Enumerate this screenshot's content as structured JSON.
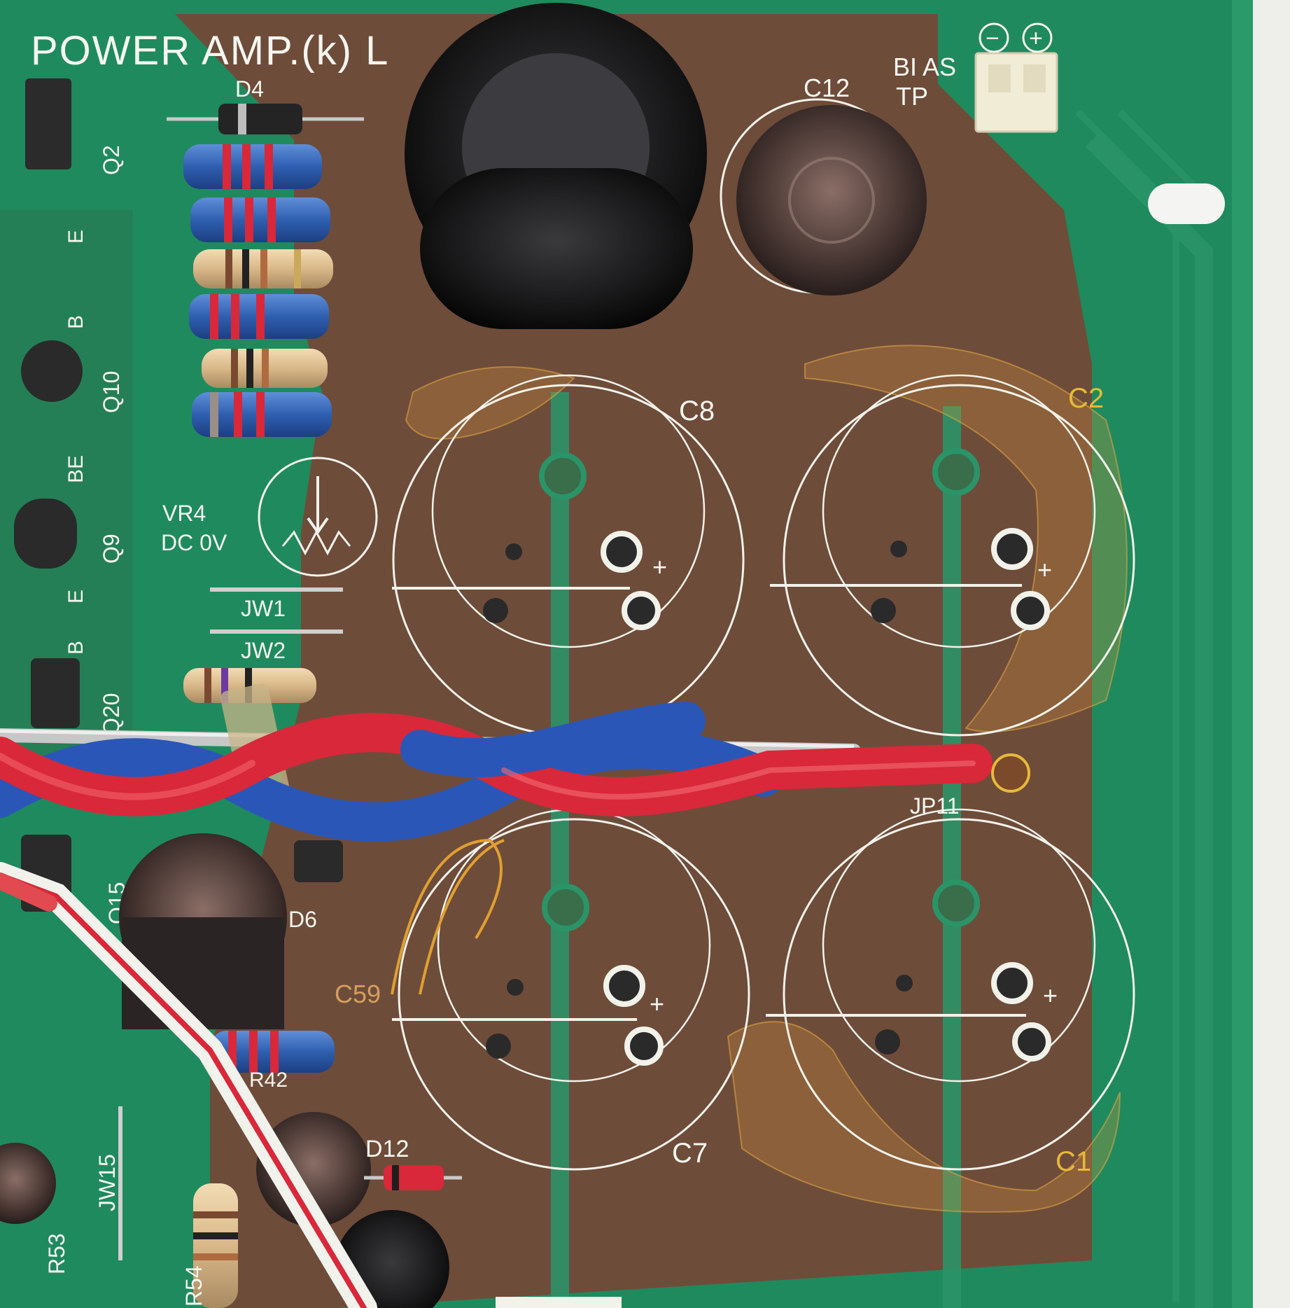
{
  "colors": {
    "board_green": "#1f8a5e",
    "copper_trace": "#6b4a37",
    "silkscreen": "#f6f6f0",
    "wire_red": "#d8283a",
    "wire_blue": "#2a56b8",
    "resistor_blue": "#3a6fc0",
    "resistor_tan": "#e6c79a"
  },
  "silkscreen": {
    "board_title": "POWER AMP.(k) L",
    "d4": "D4",
    "c12": "C12",
    "bias_tp_line1": "BI AS",
    "bias_tp_line2": "TP",
    "connector_minus": "−",
    "connector_plus": "+",
    "q2": "Q2",
    "e1": "E",
    "b1": "B",
    "q10": "Q10",
    "be1": "BE",
    "vr4": "VR4",
    "dc0v": "DC 0V",
    "q9": "Q9",
    "e2": "E",
    "b2": "B",
    "jw1": "JW1",
    "jw2": "JW2",
    "q20": "Q20",
    "c8": "C8",
    "c2": "C2",
    "c7": "C7",
    "c1": "C1",
    "c59": "C59",
    "jp11": "JP11",
    "q15": "Q15",
    "d6": "D6",
    "r42": "R42",
    "jw15": "JW15",
    "r53": "R53",
    "r54": "R54",
    "d12": "D12",
    "plus_c8": "+",
    "plus_c2": "+",
    "plus_c7": "+",
    "plus_c1": "+"
  }
}
